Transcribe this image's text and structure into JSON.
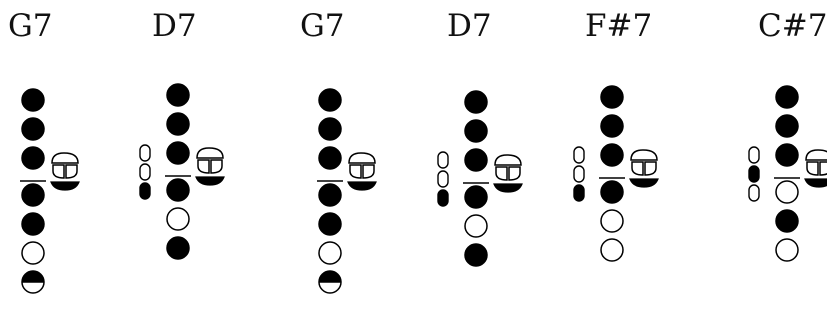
{
  "colors": {
    "ink": "#000000",
    "open": "#ffffff",
    "label": "#111111"
  },
  "chords": [
    {
      "label": "G7",
      "main_holes": [
        "closed",
        "closed",
        "closed",
        "closed",
        "closed",
        "open",
        "half"
      ],
      "side_keys": [
        "none",
        "none",
        "none"
      ],
      "right_keys": "top-open-lower-closed"
    },
    {
      "label": "D7",
      "main_holes": [
        "closed",
        "closed",
        "closed",
        "closed",
        "open",
        "closed"
      ],
      "side_keys": [
        "open",
        "open",
        "closed"
      ],
      "right_keys": "top-open-lower-closed"
    },
    {
      "label": "G7",
      "main_holes": [
        "closed",
        "closed",
        "closed",
        "closed",
        "closed",
        "open",
        "half"
      ],
      "side_keys": [
        "none",
        "none",
        "none"
      ],
      "right_keys": "top-open-lower-closed"
    },
    {
      "label": "D7",
      "main_holes": [
        "closed",
        "closed",
        "closed",
        "closed",
        "open",
        "closed"
      ],
      "side_keys": [
        "open",
        "open",
        "closed"
      ],
      "right_keys": "top-open-lower-closed"
    },
    {
      "label": "F#7",
      "main_holes": [
        "closed",
        "closed",
        "closed",
        "closed",
        "open",
        "open"
      ],
      "side_keys": [
        "open",
        "open",
        "closed"
      ],
      "right_keys": "top-open-lower-closed"
    },
    {
      "label": "C#7",
      "main_holes": [
        "closed",
        "closed",
        "closed",
        "open",
        "closed",
        "open"
      ],
      "side_keys": [
        "open",
        "closed",
        "open"
      ],
      "right_keys": "top-open-lower-closed"
    }
  ]
}
